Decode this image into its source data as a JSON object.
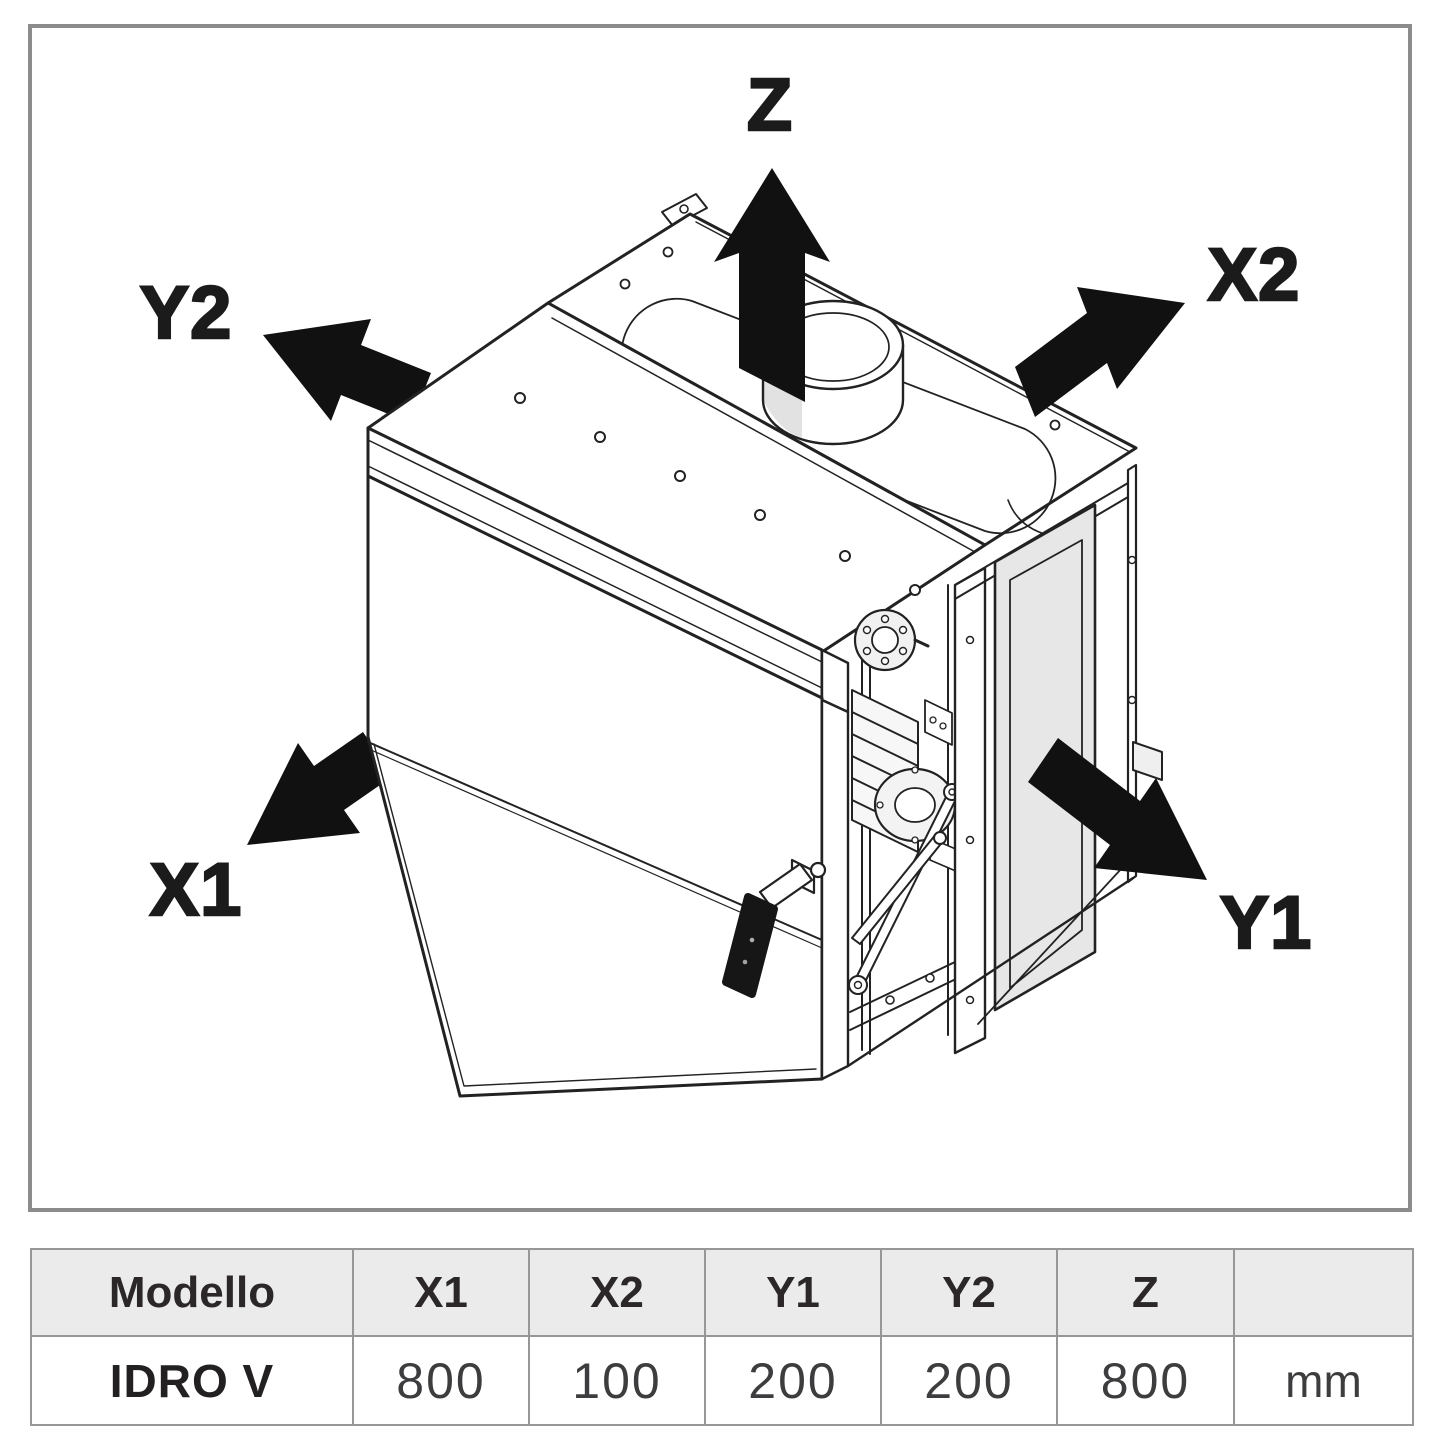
{
  "diagram": {
    "labels": {
      "z": "Z",
      "y2": "Y2",
      "x2": "X2",
      "x1": "X1",
      "y1": "Y1"
    },
    "arrows": {
      "z": {
        "icon": "arrow-up-icon",
        "direction": "up",
        "color": "#111111"
      },
      "y2": {
        "icon": "arrow-up-left-icon",
        "direction": "up-left",
        "color": "#111111"
      },
      "x2": {
        "icon": "arrow-up-right-icon",
        "direction": "up-right",
        "color": "#111111"
      },
      "x1": {
        "icon": "arrow-down-left-icon",
        "direction": "down-left",
        "color": "#111111"
      },
      "y1": {
        "icon": "arrow-down-right-icon",
        "direction": "down-right",
        "color": "#111111"
      }
    },
    "border_color": "#8c8c8c",
    "line_color": "#222222",
    "shade_color": "#e7e7e7"
  },
  "table": {
    "header_bg": "#ebebeb",
    "border_color": "#979797",
    "columns": [
      "Modello",
      "X1",
      "X2",
      "Y1",
      "Y2",
      "Z",
      ""
    ],
    "rows": [
      [
        "IDRO V",
        "800",
        "100",
        "200",
        "200",
        "800",
        "mm"
      ]
    ]
  }
}
